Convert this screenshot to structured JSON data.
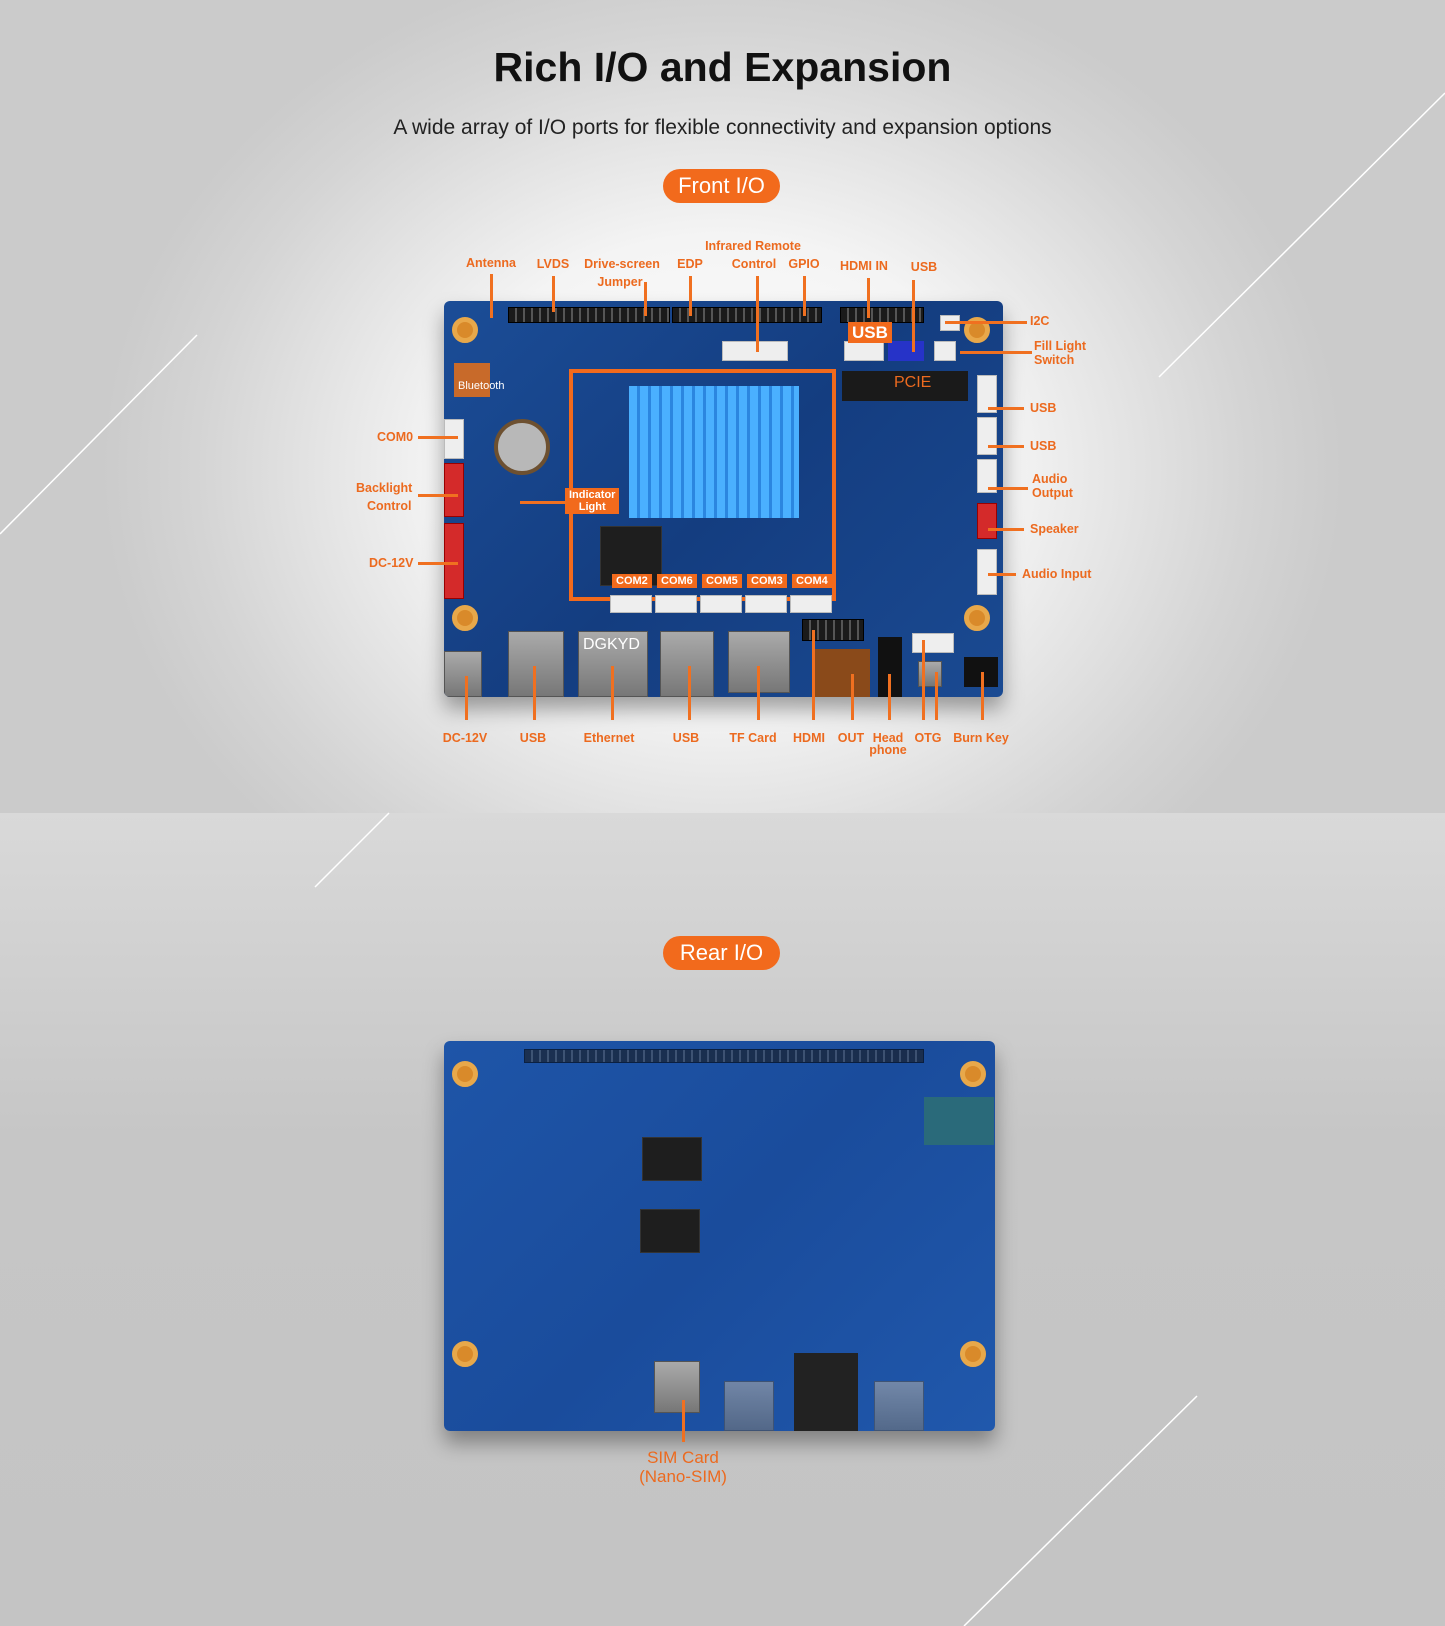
{
  "header": {
    "title": "Rich I/O and Expansion",
    "subtitle": "A wide array of I/O ports for flexible connectivity and expansion options"
  },
  "colors": {
    "accent": "#f26a1c",
    "board": "#1b4d97",
    "background": "#d0d0d0"
  },
  "front": {
    "label": "Front I/O",
    "top_labels": [
      "Antenna",
      "LVDS",
      "Drive-screen",
      "Jumper",
      "EDP",
      "Infrared Remote",
      "Control",
      "GPIO",
      "HDMI  IN",
      "USB"
    ],
    "right_labels": [
      "I2C",
      "Fill Light",
      "Switch",
      "USB",
      "USB",
      "Audio",
      "Output",
      "Speaker",
      "Audio Input"
    ],
    "left_labels": [
      "COM0",
      "Backlight",
      "Control",
      "DC-12V"
    ],
    "on_board": {
      "usb": "USB",
      "pcie": "PCIE",
      "bluetooth": "Bluetooth",
      "indicator": "Indicator",
      "light": "Light",
      "coms": [
        "COM2",
        "COM6",
        "COM5",
        "COM3",
        "COM4"
      ],
      "rj45_brand": "DGKYD"
    },
    "bottom_labels": [
      "DC-12V",
      "USB",
      "Ethernet",
      "USB",
      "TF Card",
      "HDMI",
      "OUT",
      "Head",
      "phone",
      "OTG",
      "Burn Key"
    ]
  },
  "rear": {
    "label": "Rear I/O",
    "sim_line1": "SIM Card",
    "sim_line2": "(Nano-SIM)"
  }
}
